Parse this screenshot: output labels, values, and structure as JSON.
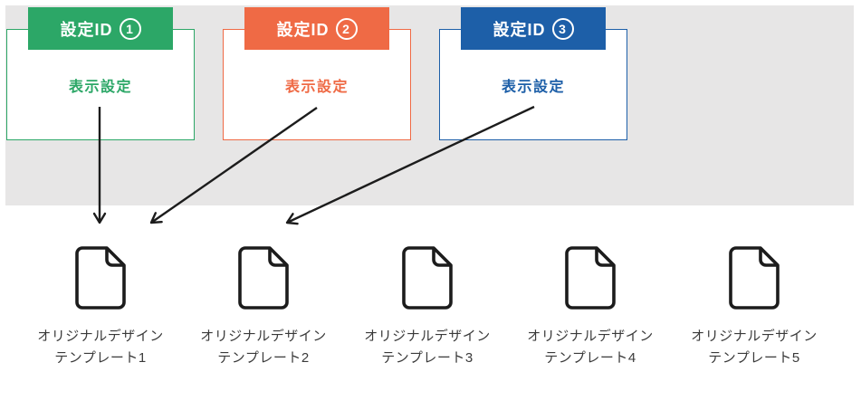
{
  "colors": {
    "accent1": "#2ca767",
    "accent2": "#ef6a45",
    "accent3": "#1d5fa8",
    "band": "#e7e6e6",
    "ink": "#1c1c1c",
    "label_text": "#3a3a3a"
  },
  "cards": [
    {
      "id_label": "設定ID",
      "number": "1",
      "body_label": "表示設定"
    },
    {
      "id_label": "設定ID",
      "number": "2",
      "body_label": "表示設定"
    },
    {
      "id_label": "設定ID",
      "number": "3",
      "body_label": "表示設定"
    }
  ],
  "templates": [
    {
      "line1": "オリジナルデザイン",
      "line2": "テンプレート1"
    },
    {
      "line1": "オリジナルデザイン",
      "line2": "テンプレート2"
    },
    {
      "line1": "オリジナルデザイン",
      "line2": "テンプレート3"
    },
    {
      "line1": "オリジナルデザイン",
      "line2": "テンプレート4"
    },
    {
      "line1": "オリジナルデザイン",
      "line2": "テンプレート5"
    }
  ]
}
